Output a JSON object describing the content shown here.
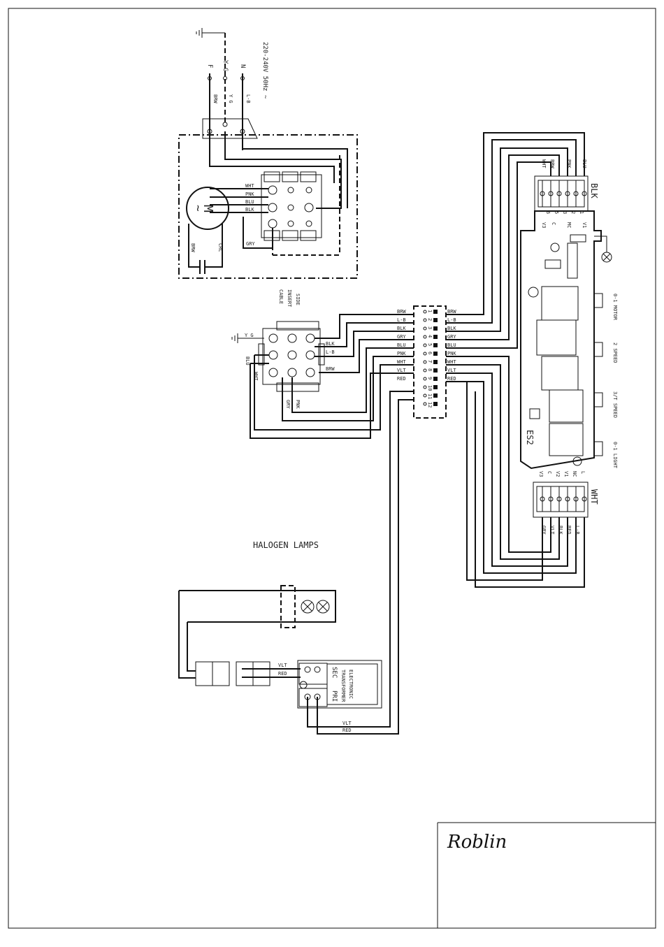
{
  "supply": {
    "terminals": [
      "F",
      "Y G",
      "N"
    ],
    "spec": "220-240V 50Hz ~",
    "wires": [
      "BRW",
      "Y G",
      "L-B"
    ]
  },
  "motor": {
    "symbol": "M",
    "ac_symbol": "~",
    "wires": [
      "WHT",
      "PNK",
      "BLU",
      "BLK",
      "GRY",
      "BRW",
      "CRC"
    ]
  },
  "side_insert": {
    "title": [
      "SIDE",
      "INSERT",
      "CABLE"
    ],
    "ground": "Y G",
    "left_wires": [
      "BLU",
      "WHT"
    ],
    "right_wires": [
      "BLK",
      "L-B",
      "BRW"
    ],
    "bottom_wires": [
      "GRY",
      "PNK"
    ]
  },
  "terminal_block": {
    "left_labels": [
      "BRW",
      "L-B",
      "BLK",
      "GRY",
      "BLU",
      "PNK",
      "WHT",
      "VLT",
      "RED"
    ],
    "right_labels": [
      "BRW",
      "L-B",
      "BLK",
      "GRY",
      "BLU",
      "PNK",
      "WHT",
      "VLT",
      "RED"
    ],
    "numbers": [
      "1",
      "2",
      "3",
      "4",
      "5",
      "6",
      "7",
      "8",
      "9",
      "10",
      "11",
      "12"
    ]
  },
  "pcb": {
    "top_connector": "BLK",
    "top_wires": [
      "WHT",
      "BRW",
      "PNK",
      "BLU"
    ],
    "top_pins": [
      "V3",
      "C",
      "MC",
      "V1"
    ],
    "top_pin_numbers": [
      "6",
      "5",
      "3",
      "2",
      "1"
    ],
    "board_id": "ES2",
    "switches": [
      "0-1 MOTOR",
      "2 SPEED",
      "3/T SPEED",
      "0-1 LIGHT"
    ],
    "bottom_connector": "WHT",
    "bottom_pins": [
      "V3",
      "C",
      "V2",
      "V1",
      "NC",
      "L"
    ],
    "bottom_wires": [
      "GRY",
      "VLT",
      "BLK",
      "RED",
      "L-B"
    ]
  },
  "halogen": {
    "title": "HALOGEN LAMPS",
    "connector_wires": [
      "VLT",
      "RED"
    ],
    "transformer": [
      "ELECTRONIC",
      "TRANSFORMER"
    ],
    "sec": "SEC",
    "pri": "PRI",
    "feed_wires": [
      "VLT",
      "RED"
    ]
  },
  "logo": "Roblin"
}
